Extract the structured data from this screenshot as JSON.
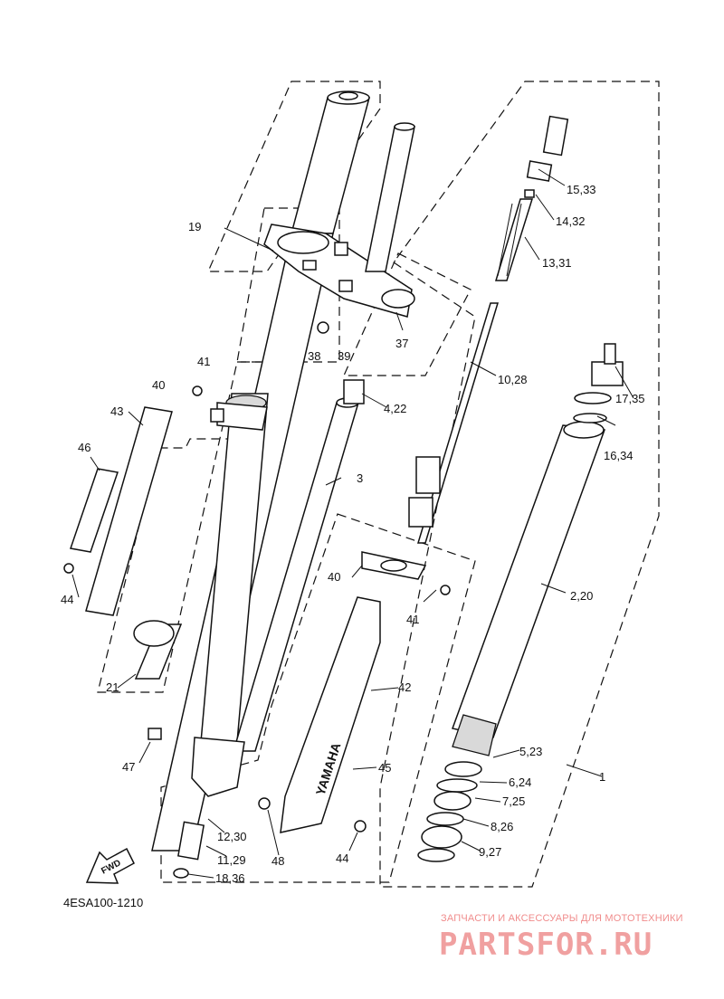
{
  "diagram": {
    "drawing_code": "4ESA100-1210",
    "fwd_badge": "FWD",
    "slider_text": "YAMAHA",
    "callouts": [
      {
        "id": "15-33",
        "text": "15,33"
      },
      {
        "id": "14-32",
        "text": "14,32"
      },
      {
        "id": "19",
        "text": "19"
      },
      {
        "id": "13-31",
        "text": "13,31"
      },
      {
        "id": "37",
        "text": "37"
      },
      {
        "id": "38",
        "text": "38"
      },
      {
        "id": "39",
        "text": "39"
      },
      {
        "id": "41a",
        "text": "41"
      },
      {
        "id": "40a",
        "text": "40"
      },
      {
        "id": "10-28",
        "text": "10,28"
      },
      {
        "id": "4-22",
        "text": "4,22"
      },
      {
        "id": "17-35",
        "text": "17,35"
      },
      {
        "id": "43",
        "text": "43"
      },
      {
        "id": "16-34",
        "text": "16,34"
      },
      {
        "id": "46",
        "text": "46"
      },
      {
        "id": "3",
        "text": "3"
      },
      {
        "id": "44a",
        "text": "44"
      },
      {
        "id": "40b",
        "text": "40"
      },
      {
        "id": "2-20",
        "text": "2,20"
      },
      {
        "id": "41b",
        "text": "41"
      },
      {
        "id": "21",
        "text": "21"
      },
      {
        "id": "42",
        "text": "42"
      },
      {
        "id": "5-23",
        "text": "5,23"
      },
      {
        "id": "47",
        "text": "47"
      },
      {
        "id": "45",
        "text": "45"
      },
      {
        "id": "1",
        "text": "1"
      },
      {
        "id": "6-24",
        "text": "6,24"
      },
      {
        "id": "7-25",
        "text": "7,25"
      },
      {
        "id": "12-30",
        "text": "12,30"
      },
      {
        "id": "8-26",
        "text": "8,26"
      },
      {
        "id": "11-29",
        "text": "11,29"
      },
      {
        "id": "48",
        "text": "48"
      },
      {
        "id": "44b",
        "text": "44"
      },
      {
        "id": "9-27",
        "text": "9,27"
      },
      {
        "id": "18-36",
        "text": "18,36"
      }
    ]
  },
  "watermark": {
    "tagline": "ЗАПЧАСТИ И АКСЕССУАРЫ ДЛЯ МОТОТЕХНИКИ",
    "logo": "PARTSFOR.RU"
  }
}
